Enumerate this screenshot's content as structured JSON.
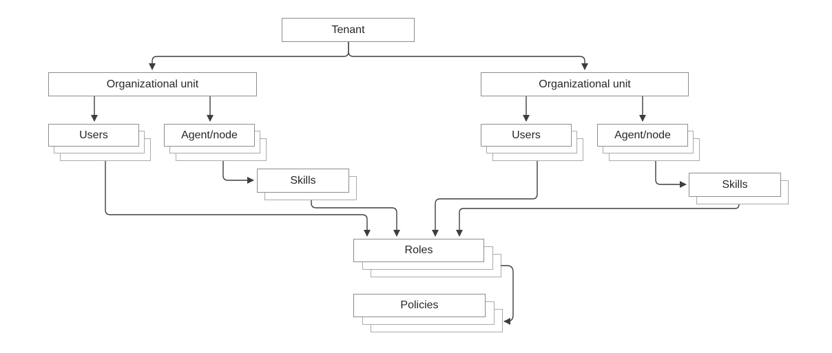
{
  "diagram": {
    "nodes": {
      "tenant": {
        "label": "Tenant"
      },
      "org_unit_left": {
        "label": "Organizational unit"
      },
      "org_unit_right": {
        "label": "Organizational unit"
      },
      "users_left": {
        "label": "Users"
      },
      "agent_node_left": {
        "label": "Agent/node"
      },
      "skills_left": {
        "label": "Skills"
      },
      "users_right": {
        "label": "Users"
      },
      "agent_node_right": {
        "label": "Agent/node"
      },
      "skills_right": {
        "label": "Skills"
      },
      "roles": {
        "label": "Roles"
      },
      "policies": {
        "label": "Policies"
      }
    },
    "edges": [
      {
        "from": "tenant",
        "to": "org_unit_left"
      },
      {
        "from": "tenant",
        "to": "org_unit_right"
      },
      {
        "from": "org_unit_left",
        "to": "users_left"
      },
      {
        "from": "org_unit_left",
        "to": "agent_node_left"
      },
      {
        "from": "org_unit_right",
        "to": "users_right"
      },
      {
        "from": "org_unit_right",
        "to": "agent_node_right"
      },
      {
        "from": "agent_node_left",
        "to": "skills_left"
      },
      {
        "from": "agent_node_right",
        "to": "skills_right"
      },
      {
        "from": "users_left",
        "to": "roles"
      },
      {
        "from": "skills_left",
        "to": "roles"
      },
      {
        "from": "users_right",
        "to": "roles"
      },
      {
        "from": "skills_right",
        "to": "roles"
      },
      {
        "from": "roles",
        "to": "policies"
      }
    ],
    "colors": {
      "background": "#ffffff",
      "box_fill": "#ffffff",
      "box_border": "#8c8c8c",
      "stack_border": "#a9a9a9",
      "connector": "#3d3d3d",
      "text": "#262626"
    }
  }
}
